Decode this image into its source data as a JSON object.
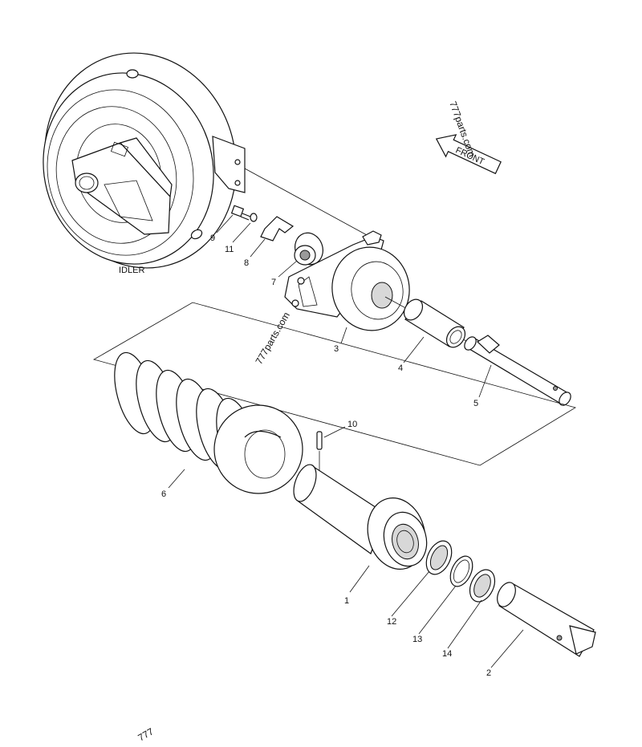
{
  "labels": {
    "idler": "IDLER",
    "front": "FRONT",
    "watermark": "777parts.com",
    "watermark_bottom": "777"
  },
  "callouts": [
    "1",
    "2",
    "3",
    "4",
    "5",
    "6",
    "7",
    "8",
    "9",
    "10",
    "11",
    "12",
    "13",
    "14"
  ]
}
